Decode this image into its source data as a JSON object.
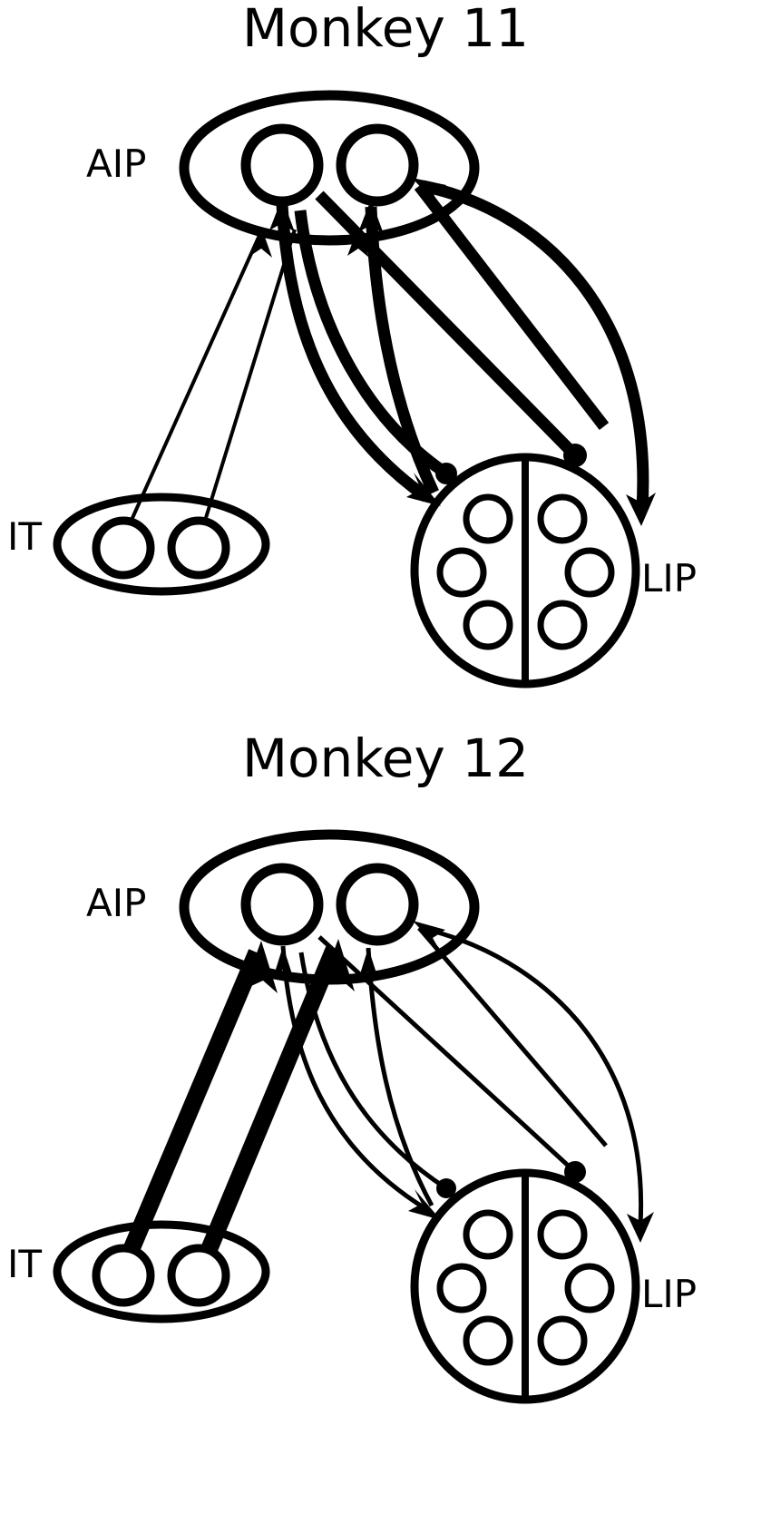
{
  "figure": {
    "type": "neural-connectivity-diagram",
    "background_color": "#ffffff",
    "stroke_color": "#000000",
    "panel_count": 2
  },
  "panels": [
    {
      "id": "monkey-11",
      "title": "Monkey 11",
      "regions": [
        {
          "id": "AIP",
          "label": "AIP",
          "shape": "ellipse",
          "sub_node_count": 2,
          "sub_node_shape": "circle",
          "label_position": "left"
        },
        {
          "id": "IT",
          "label": "IT",
          "shape": "ellipse",
          "sub_node_count": 2,
          "sub_node_shape": "circle",
          "label_position": "left"
        },
        {
          "id": "LIP",
          "label": "LIP",
          "shape": "circle",
          "sub_node_count": 6,
          "sub_node_shape": "circle",
          "divider": "vertical",
          "label_position": "right"
        }
      ],
      "connections": [
        {
          "from": "IT",
          "to": "AIP",
          "weight": "thin",
          "terminal": "arrow"
        },
        {
          "from": "IT",
          "to": "AIP",
          "weight": "thin",
          "terminal": "arrow"
        },
        {
          "from": "LIP",
          "to": "AIP",
          "weight": "thick",
          "terminal": "arrow"
        },
        {
          "from": "LIP",
          "to": "AIP",
          "weight": "thick",
          "terminal": "arrow"
        },
        {
          "from": "LIP",
          "to": "AIP",
          "weight": "thick",
          "terminal": "arrow"
        },
        {
          "from": "AIP",
          "to": "LIP",
          "weight": "thick",
          "terminal": "arrow"
        },
        {
          "from": "AIP",
          "to": "LIP",
          "weight": "thick",
          "terminal": "round"
        },
        {
          "from": "AIP",
          "to": "LIP",
          "weight": "thick",
          "terminal": "round"
        },
        {
          "from": "AIP",
          "to": "LIP",
          "weight": "thick",
          "terminal": "arrow"
        }
      ]
    },
    {
      "id": "monkey-12",
      "title": "Monkey 12",
      "regions": [
        {
          "id": "AIP",
          "label": "AIP",
          "shape": "ellipse",
          "sub_node_count": 2,
          "sub_node_shape": "circle",
          "label_position": "left"
        },
        {
          "id": "IT",
          "label": "IT",
          "shape": "ellipse",
          "sub_node_count": 2,
          "sub_node_shape": "circle",
          "label_position": "left"
        },
        {
          "id": "LIP",
          "label": "LIP",
          "shape": "circle",
          "sub_node_count": 6,
          "sub_node_shape": "circle",
          "divider": "vertical",
          "label_position": "right"
        }
      ],
      "connections": [
        {
          "from": "IT",
          "to": "AIP",
          "weight": "very-thick",
          "terminal": "arrow"
        },
        {
          "from": "IT",
          "to": "AIP",
          "weight": "very-thick",
          "terminal": "arrow"
        },
        {
          "from": "LIP",
          "to": "AIP",
          "weight": "thin",
          "terminal": "arrow"
        },
        {
          "from": "LIP",
          "to": "AIP",
          "weight": "thin",
          "terminal": "arrow"
        },
        {
          "from": "LIP",
          "to": "AIP",
          "weight": "thin",
          "terminal": "arrow"
        },
        {
          "from": "AIP",
          "to": "LIP",
          "weight": "thin",
          "terminal": "arrow"
        },
        {
          "from": "AIP",
          "to": "LIP",
          "weight": "thin",
          "terminal": "round"
        },
        {
          "from": "AIP",
          "to": "LIP",
          "weight": "thin",
          "terminal": "round"
        },
        {
          "from": "AIP",
          "to": "LIP",
          "weight": "thin",
          "terminal": "arrow"
        }
      ]
    }
  ],
  "labels": {
    "panel1_title": "Monkey 11",
    "panel1_aip": "AIP",
    "panel1_it": "IT",
    "panel1_lip": "LIP",
    "panel2_title": "Monkey 12",
    "panel2_aip": "AIP",
    "panel2_it": "IT",
    "panel2_lip": "LIP"
  }
}
